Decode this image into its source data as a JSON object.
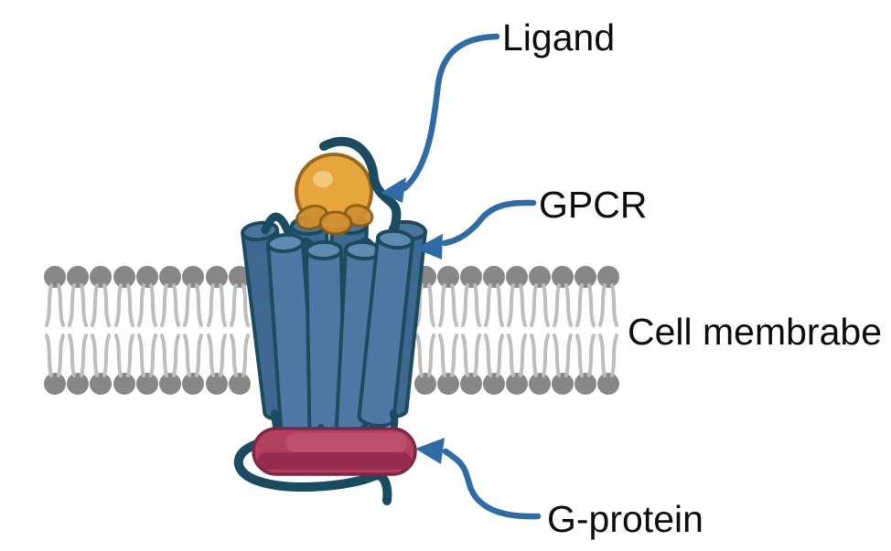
{
  "figure": {
    "type": "biology-diagram",
    "subject": "GPCR signaling components in a cell membrane",
    "labels": {
      "ligand": "Ligand",
      "gpcr": "GPCR",
      "cell_membrane": "Cell membrabe",
      "g_protein": "G-protein"
    },
    "components": [
      "ligand sphere bound on top of receptor",
      "GPCR seven-transmembrane helix bundle",
      "lipid bilayer cell membrane",
      "G-protein attached at intracellular side"
    ],
    "colors": {
      "background": "#ffffff",
      "label_text": "#0d0d0d",
      "arrow_blue": "#2f6ba4",
      "ligand_orange": "#e7a53e",
      "ligand_outline": "#9c671b",
      "ligand_highlight": "#f3c878",
      "binding_pocket_orange": "#d09032",
      "receptor_front_blue": "#4a79a3",
      "receptor_back_blue": "#3d688f",
      "receptor_top_blue": "#5d8cb3",
      "receptor_outline_teal": "#1c4a5f",
      "loop_teal": "#1b4b60",
      "g_protein_crimson": "#b23f5f",
      "g_protein_sheen": "#c25573",
      "g_protein_shadow": "#952c4f",
      "g_protein_outline": "#7b2746",
      "lipid_head_gray": "#878787",
      "lipid_tail_gray": "#bdbdbd"
    }
  }
}
